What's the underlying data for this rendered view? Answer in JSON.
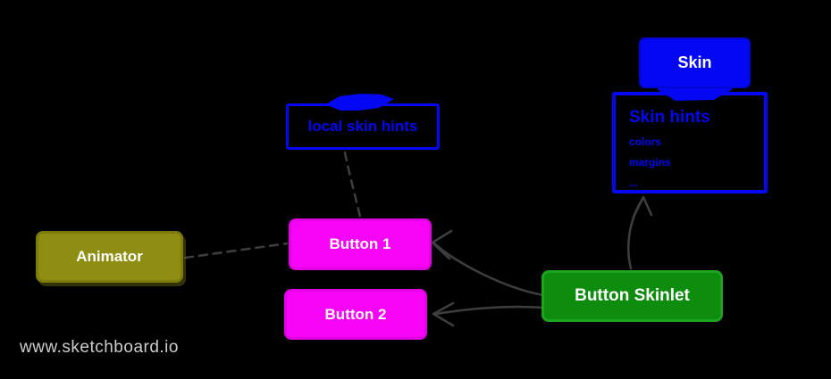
{
  "watermark": "www.sketchboard.io",
  "colors": {
    "background": "#000000",
    "blue": "#0407f2",
    "magenta": "#f704f7",
    "green": "#0d8c0d",
    "olive": "#8e8e12",
    "connector_gray": "#3d3d3d",
    "watermark_gray": "#cccccc",
    "label_white": "#ffffff"
  },
  "nodes": {
    "skin": {
      "label": "Skin"
    },
    "skin_hints": {
      "title": "Skin hints",
      "items": [
        "colors",
        "margins",
        "..."
      ]
    },
    "local_skin_hints": {
      "label": "local skin hints"
    },
    "animator": {
      "label": "Animator"
    },
    "button1": {
      "label": "Button 1"
    },
    "button2": {
      "label": "Button 2"
    },
    "button_skinlet": {
      "label": "Button Skinlet"
    }
  },
  "edges": [
    {
      "from": "Animator",
      "to": "Button 1",
      "style": "dashed",
      "arrow": "none"
    },
    {
      "from": "local skin hints",
      "to": "Button 1",
      "style": "dashed",
      "arrow": "none"
    },
    {
      "from": "Button Skinlet",
      "to": "Button 1",
      "style": "solid",
      "arrow": "open-arrowhead"
    },
    {
      "from": "Button Skinlet",
      "to": "Button 2",
      "style": "solid",
      "arrow": "open-arrowhead"
    },
    {
      "from": "Button Skinlet",
      "to": "Skin hints",
      "style": "solid",
      "arrow": "open-arrowhead"
    },
    {
      "from": "Skin",
      "to": "Skin hints",
      "style": "attached-scribble",
      "arrow": "none"
    }
  ]
}
